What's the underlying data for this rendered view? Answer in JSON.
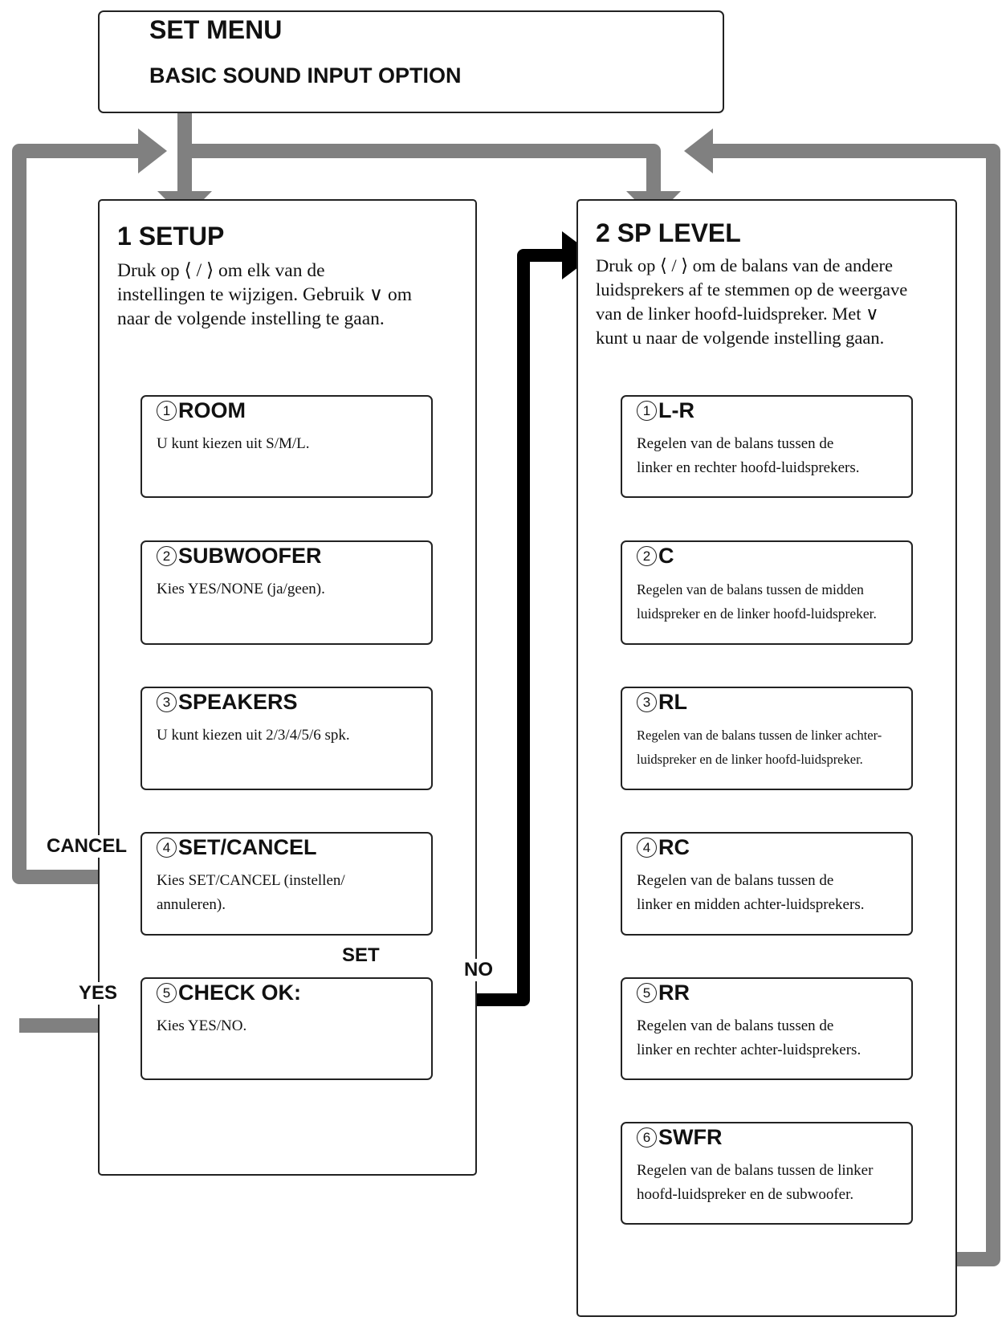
{
  "colors": {
    "arrow_gray": "#808080",
    "arrow_black": "#000000",
    "border": "#222222"
  },
  "set_menu": {
    "title": "SET MENU",
    "subtitle": "BASIC SOUND INPUT OPTION"
  },
  "setup": {
    "title": "1 SETUP",
    "description": "Druk op ⟨ / ⟩ om elk van de\ninstellingen te wijzigen. Gebruik ∨ om\nnaar de volgende instelling te gaan.",
    "steps": [
      {
        "num": "1",
        "title": "ROOM",
        "text": "U kunt kiezen uit S/M/L."
      },
      {
        "num": "2",
        "title": "SUBWOOFER",
        "text": "Kies YES/NONE (ja/geen)."
      },
      {
        "num": "3",
        "title": "SPEAKERS",
        "text": "U kunt kiezen uit 2/3/4/5/6 spk."
      },
      {
        "num": "4",
        "title": "SET/CANCEL",
        "text": "Kies SET/CANCEL (instellen/\nannuleren)."
      },
      {
        "num": "5",
        "title": "CHECK OK:",
        "text": "Kies YES/NO."
      }
    ]
  },
  "sp_level": {
    "title": "2 SP LEVEL",
    "description": "Druk op ⟨ / ⟩ om de balans van de andere\nluidsprekers af te stemmen op de weergave\nvan de linker hoofd-luidspreker. Met ∨\nkunt u naar de volgende instelling gaan.",
    "steps": [
      {
        "num": "1",
        "title": "L-R",
        "text": "Regelen van de balans tussen de\nlinker en rechter hoofd-luidsprekers."
      },
      {
        "num": "2",
        "title": "C",
        "text": "Regelen van de balans tussen de midden\nluidspreker en de linker hoofd-luidspreker."
      },
      {
        "num": "3",
        "title": "RL",
        "text": "Regelen van de balans tussen de linker achter-\nluidspreker en de linker hoofd-luidspreker."
      },
      {
        "num": "4",
        "title": "RC",
        "text": "Regelen van de balans tussen de\nlinker en midden achter-luidsprekers."
      },
      {
        "num": "5",
        "title": "RR",
        "text": "Regelen van de balans tussen de\nlinker en rechter achter-luidsprekers."
      },
      {
        "num": "6",
        "title": "SWFR",
        "text": "Regelen van de balans tussen de linker\nhoofd-luidspreker en de subwoofer."
      }
    ]
  },
  "labels": {
    "cancel": "CANCEL",
    "yes": "YES",
    "set": "SET",
    "no": "NO"
  }
}
